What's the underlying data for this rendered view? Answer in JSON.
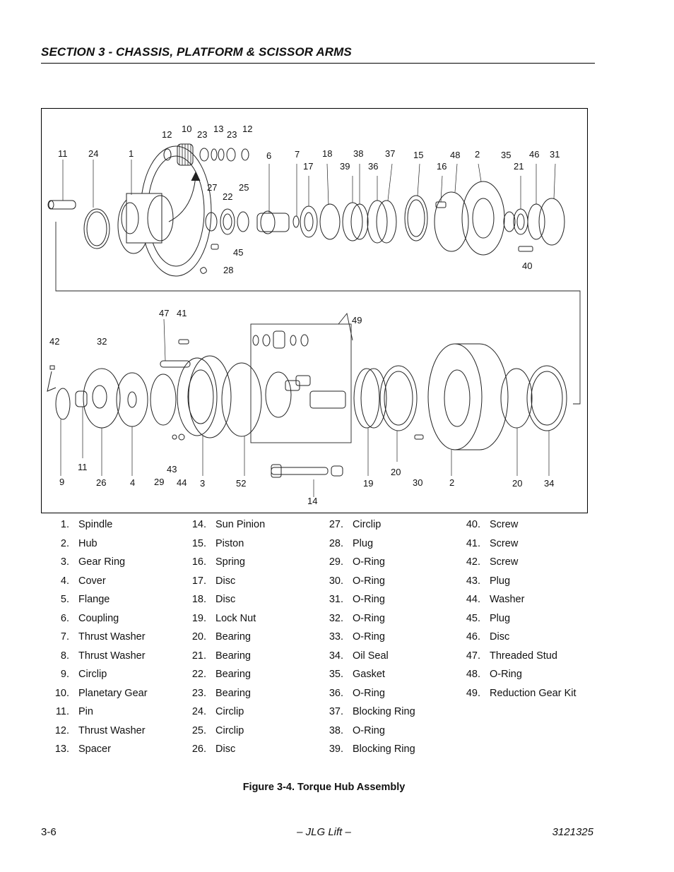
{
  "header": {
    "section_title": "SECTION 3 - CHASSIS, PLATFORM & SCISSOR ARMS"
  },
  "figure": {
    "callouts": [
      "12",
      "10",
      "23",
      "13",
      "23",
      "12",
      "11",
      "24",
      "1",
      "6",
      "7",
      "17",
      "18",
      "38",
      "39",
      "36",
      "37",
      "15",
      "16",
      "48",
      "2",
      "35",
      "21",
      "46",
      "31",
      "27",
      "22",
      "25",
      "45",
      "28",
      "40",
      "47",
      "41",
      "49",
      "42",
      "32",
      "9",
      "11",
      "26",
      "4",
      "29",
      "43",
      "44",
      "3",
      "52",
      "14",
      "19",
      "20",
      "30",
      "2",
      "20",
      "34"
    ]
  },
  "parts_list": {
    "columns": [
      [
        {
          "num": "1.",
          "name": "Spindle"
        },
        {
          "num": "2.",
          "name": "Hub"
        },
        {
          "num": "3.",
          "name": "Gear Ring"
        },
        {
          "num": "4.",
          "name": "Cover"
        },
        {
          "num": "5.",
          "name": "Flange"
        },
        {
          "num": "6.",
          "name": "Coupling"
        },
        {
          "num": "7.",
          "name": "Thrust Washer"
        },
        {
          "num": "8.",
          "name": "Thrust Washer"
        },
        {
          "num": "9.",
          "name": "Circlip"
        },
        {
          "num": "10.",
          "name": "Planetary Gear"
        },
        {
          "num": "11.",
          "name": "Pin"
        },
        {
          "num": "12.",
          "name": "Thrust Washer"
        },
        {
          "num": "13.",
          "name": "Spacer"
        }
      ],
      [
        {
          "num": "14.",
          "name": "Sun Pinion"
        },
        {
          "num": "15.",
          "name": "Piston"
        },
        {
          "num": "16.",
          "name": "Spring"
        },
        {
          "num": "17.",
          "name": "Disc"
        },
        {
          "num": "18.",
          "name": "Disc"
        },
        {
          "num": "19.",
          "name": "Lock Nut"
        },
        {
          "num": "20.",
          "name": "Bearing"
        },
        {
          "num": "21.",
          "name": "Bearing"
        },
        {
          "num": "22.",
          "name": "Bearing"
        },
        {
          "num": "23.",
          "name": "Bearing"
        },
        {
          "num": "24.",
          "name": "Circlip"
        },
        {
          "num": "25.",
          "name": "Circlip"
        },
        {
          "num": "26.",
          "name": "Disc"
        }
      ],
      [
        {
          "num": "27.",
          "name": "Circlip"
        },
        {
          "num": "28.",
          "name": "Plug"
        },
        {
          "num": "29.",
          "name": "O-Ring"
        },
        {
          "num": "30.",
          "name": "O-Ring"
        },
        {
          "num": "31.",
          "name": "O-Ring"
        },
        {
          "num": "32.",
          "name": "O-Ring"
        },
        {
          "num": "33.",
          "name": "O-Ring"
        },
        {
          "num": "34.",
          "name": "Oil Seal"
        },
        {
          "num": "35.",
          "name": "Gasket"
        },
        {
          "num": "36.",
          "name": "O-Ring"
        },
        {
          "num": "37.",
          "name": "Blocking Ring"
        },
        {
          "num": "38.",
          "name": "O-Ring"
        },
        {
          "num": "39.",
          "name": "Blocking Ring"
        }
      ],
      [
        {
          "num": "40.",
          "name": "Screw"
        },
        {
          "num": "41.",
          "name": "Screw"
        },
        {
          "num": "42.",
          "name": "Screw"
        },
        {
          "num": "43.",
          "name": "Plug"
        },
        {
          "num": "44.",
          "name": "Washer"
        },
        {
          "num": "45.",
          "name": "Plug"
        },
        {
          "num": "46.",
          "name": "Disc"
        },
        {
          "num": "47.",
          "name": "Threaded Stud"
        },
        {
          "num": "48.",
          "name": "O-Ring"
        },
        {
          "num": "49.",
          "name": "Reduction Gear Kit"
        }
      ]
    ]
  },
  "caption": "Figure 3-4.  Torque Hub Assembly",
  "footer": {
    "page_number": "3-6",
    "center": "– JLG Lift –",
    "doc_number": "3121325"
  }
}
